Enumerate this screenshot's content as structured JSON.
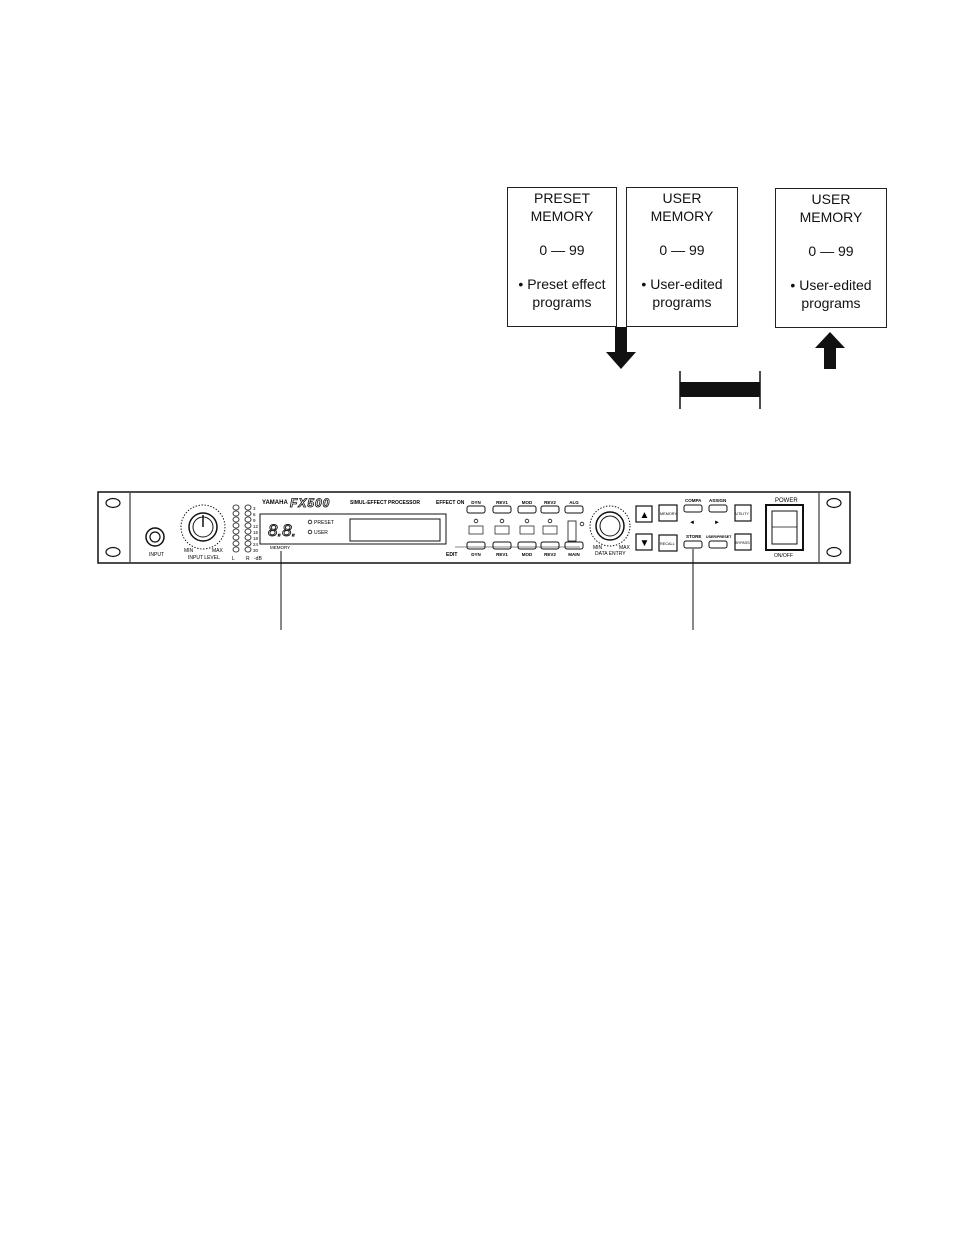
{
  "memory_boxes": [
    {
      "title1": "PRESET",
      "title2": "MEMORY",
      "range": "0 — 99",
      "desc1": "• Preset effect",
      "desc2": "programs"
    },
    {
      "title1": "USER",
      "title2": "MEMORY",
      "range": "0 — 99",
      "desc1": "• User-edited",
      "desc2": "programs"
    },
    {
      "title1": "USER",
      "title2": "MEMORY",
      "range": "0 — 99",
      "desc1": "• User-edited",
      "desc2": "programs"
    }
  ],
  "panel": {
    "brand": "YAMAHA",
    "model": "FX500",
    "subtitle": "SIMUL-EFFECT PROCESSOR",
    "input_label": "INPUT",
    "input_level_label": "INPUT LEVEL",
    "min_label": "MIN",
    "max_label": "MAX",
    "meter_l": "L",
    "meter_r": "R",
    "meter_db": "-dB",
    "meter_scale": [
      "3",
      "6",
      "9",
      "12",
      "15",
      "18",
      "24",
      "30"
    ],
    "led_display": "8.8.",
    "preset_label": "PRESET",
    "user_label": "USER",
    "memory_label": "MEMORY",
    "effect_on_label": "EFFECT ON",
    "edit_label": "EDIT",
    "effect_buttons": [
      "DYN",
      "REV1",
      "MOD",
      "REV2",
      "ALG"
    ],
    "edit_buttons": [
      "DYN",
      "REV1",
      "MOD",
      "REV2",
      "MAIN"
    ],
    "data_entry_label": "DATA ENTRY",
    "up_arrow": "▲",
    "down_arrow": "▼",
    "memory_button": "MEMORY",
    "recall_button": "RECALL",
    "compare_button": "COMPA",
    "assign_button": "ASSIGN",
    "store_button": "STORE",
    "user_preset_button": "USER/PRESET",
    "utility_button": "UTILITY",
    "bypass_button": "BYPASS",
    "power_label": "POWER",
    "on_off_label": "ON/OFF"
  }
}
